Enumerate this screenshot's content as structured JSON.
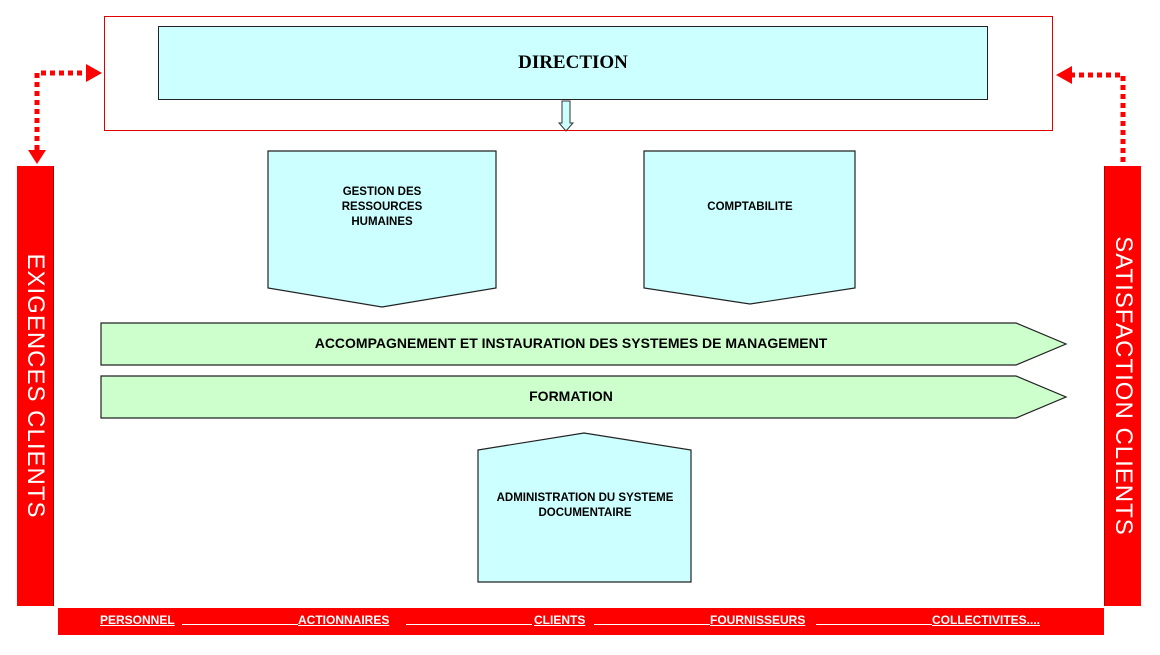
{
  "direction": {
    "label": "DIRECTION"
  },
  "support": {
    "rh": "GESTION DES RESSOURCES HUMAINES",
    "comptabilite": "COMPTABILITE"
  },
  "bands": {
    "accompagnement": "ACCOMPAGNEMENT ET INSTAURATION DES SYSTEMES DE MANAGEMENT",
    "formation": "FORMATION"
  },
  "admin": {
    "label": "ADMINISTRATION DU SYSTEME DOCUMENTAIRE"
  },
  "sides": {
    "left": "EXIGENCES CLIENTS",
    "right": "SATISFACTION CLIENTS"
  },
  "stakeholders": {
    "personnel": "PERSONNEL",
    "actionnaires": "ACTIONNAIRES",
    "clients": "CLIENTS",
    "fournisseurs": "FOURNISSEURS",
    "collectivites": "COLLECTIVITES...."
  },
  "colors": {
    "red": "#ff0000",
    "cyan": "#ccffff",
    "green": "#ccffcc"
  }
}
